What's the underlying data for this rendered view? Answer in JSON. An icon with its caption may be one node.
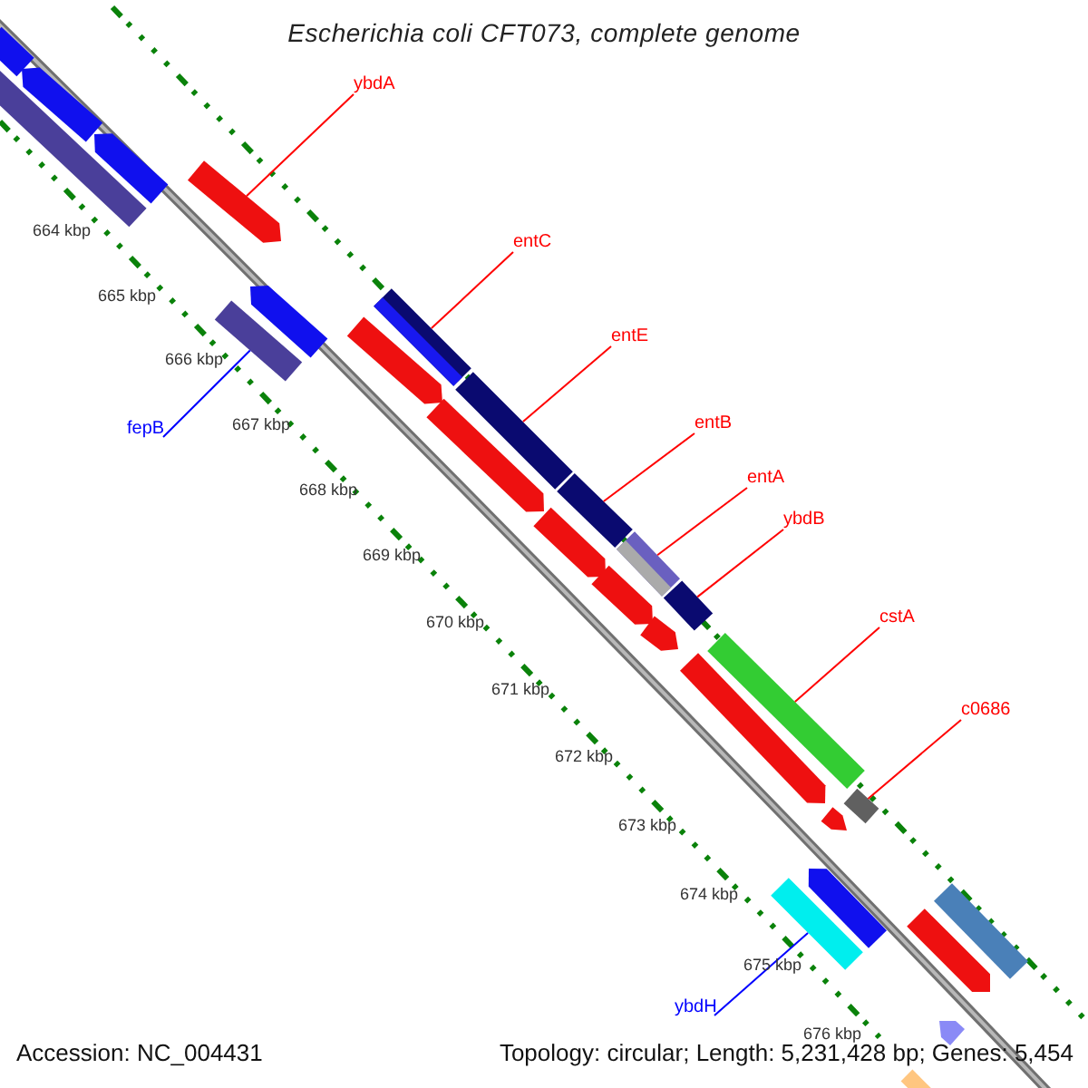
{
  "diagram": {
    "title": "Escherichia coli CFT073, complete genome",
    "nodes": [
      {
        "text": [
          "ybdA"
        ]
      },
      {
        "text": [
          "entC"
        ]
      },
      {
        "text": [
          "entE"
        ]
      },
      {
        "text": [
          "entB"
        ]
      },
      {
        "text": [
          "entA"
        ]
      },
      {
        "text": [
          "ybdB"
        ]
      },
      {
        "text": [
          "cstA"
        ]
      },
      {
        "text": [
          "c0686"
        ]
      },
      {
        "text": [
          "fepB"
        ]
      },
      {
        "text": [
          "ybdH"
        ]
      },
      {
        "text": [],
        "shape": "bar"
      },
      {
        "text": [],
        "shape": "bar"
      },
      {
        "text": [],
        "shape": "bar"
      },
      {
        "text": [],
        "shape": "bar"
      },
      {
        "text": [],
        "shape": "bar"
      },
      {
        "text": [],
        "shape": "bar"
      },
      {
        "text": [],
        "shape": "bar"
      },
      {
        "text": [],
        "shape": "bar"
      },
      {
        "text": [],
        "shape": "bar"
      },
      {
        "text": [],
        "shape": "bar"
      },
      {
        "text": [],
        "shape": "bar"
      },
      {
        "text": [],
        "shape": "bar"
      },
      {
        "text": [],
        "shape": "bar"
      },
      {
        "text": [],
        "shape": "bar"
      },
      {
        "text": [],
        "shape": "bar"
      },
      {
        "text": [],
        "shape": "bar"
      },
      {
        "text": [],
        "shape": "bar"
      },
      {
        "text": [],
        "shape": "bar"
      },
      {
        "text": [],
        "shape": "bar"
      },
      {
        "text": [],
        "shape": "bar"
      },
      {
        "text": [],
        "shape": "bar"
      },
      {
        "text": [],
        "shape": "bar"
      },
      {
        "text": [],
        "shape": "bar"
      },
      {
        "text": [],
        "shape": "bar"
      },
      {
        "text": [],
        "shape": "bar"
      },
      {
        "text": [],
        "shape": "bar"
      },
      {
        "text": [],
        "shape": "bar"
      }
    ],
    "edges": [
      {
        "from": 0,
        "to": 14,
        "arrow": "none"
      },
      {
        "from": 1,
        "to": 17,
        "arrow": "none"
      },
      {
        "from": 2,
        "to": 18,
        "arrow": "none"
      },
      {
        "from": 3,
        "to": 19,
        "arrow": "none"
      },
      {
        "from": 4,
        "to": 20,
        "arrow": "none"
      },
      {
        "from": 5,
        "to": 21,
        "arrow": "none"
      },
      {
        "from": 6,
        "to": 27,
        "arrow": "none"
      },
      {
        "from": 7,
        "to": 29,
        "arrow": "none"
      },
      {
        "from": 8,
        "to": 15,
        "arrow": "none",
        "color": "#0000ff"
      },
      {
        "from": 9,
        "to": 31,
        "arrow": "none",
        "color": "#0000ff"
      }
    ],
    "labels": [
      "664 kbp",
      "665 kbp",
      "666 kbp",
      "667 kbp",
      "668 kbp",
      "669 kbp",
      "670 kbp",
      "671 kbp",
      "672 kbp",
      "673 kbp",
      "674 kbp",
      "675 kbp",
      "676 kbp",
      "Accession: NC_004431",
      "Topology: circular; Length: 5,231,428 bp; Genes: 5,454"
    ]
  }
}
